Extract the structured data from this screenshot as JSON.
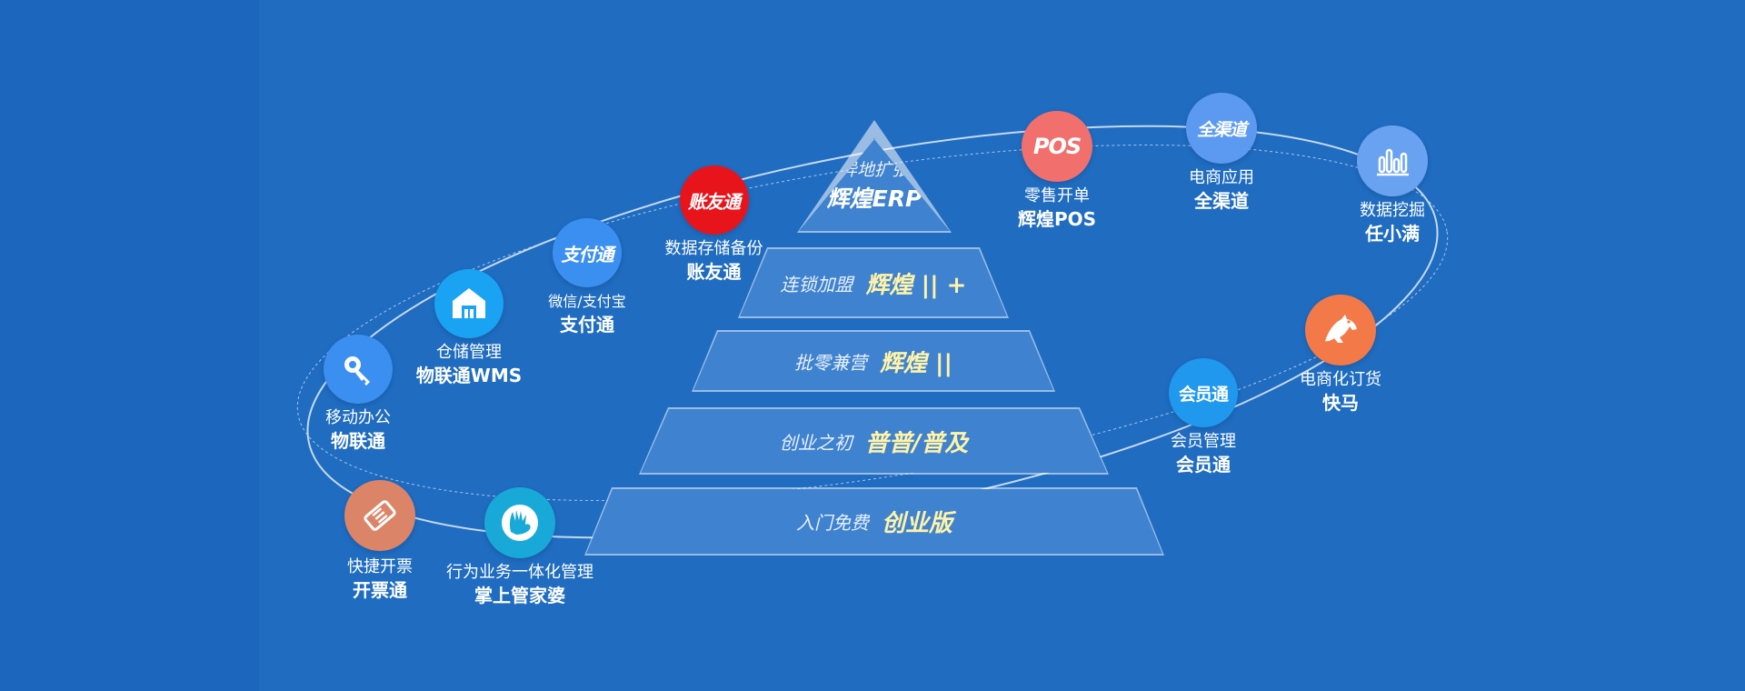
{
  "colors": {
    "background": "#1f6cc1",
    "tier_fill": "#3f82cf",
    "tier_highlight": "#fff3a8"
  },
  "pyramid": [
    {
      "sub": "异地扩张",
      "main": "辉煌ERP"
    },
    {
      "sub": "连锁加盟",
      "main": "辉煌 || +"
    },
    {
      "sub": "批零兼营",
      "main": "辉煌 ||"
    },
    {
      "sub": "创业之初",
      "main": "普普/普及"
    },
    {
      "sub": "入门免费",
      "main": "创业版"
    }
  ],
  "products": [
    {
      "sub": "数据存储备份",
      "main": "账友通",
      "logo": "账友通",
      "icon": "zhangyoutong-logo",
      "color": "#e8141c"
    },
    {
      "sub": "微信/支付宝",
      "main": "支付通",
      "logo": "支付通",
      "icon": "zhifutong-logo",
      "color": "#3b8ff0"
    },
    {
      "sub": "仓储管理",
      "main": "物联通WMS",
      "logo": "",
      "icon": "warehouse-icon",
      "color": "#1aa3f2"
    },
    {
      "sub": "移动办公",
      "main": "物联通",
      "logo": "",
      "icon": "key-icon",
      "color": "#3b8ff0"
    },
    {
      "sub": "快捷开票",
      "main": "开票通",
      "logo": "",
      "icon": "ticket-icon",
      "color": "#dc8468"
    },
    {
      "sub": "行为业务一体化管理",
      "main": "掌上管家婆",
      "logo": "",
      "icon": "hand-icon",
      "color": "#19a9d8"
    },
    {
      "sub": "零售开单",
      "main": "辉煌POS",
      "logo": "POS",
      "icon": "pos-logo",
      "color": "#f1706d"
    },
    {
      "sub": "电商应用",
      "main": "全渠道",
      "logo": "全渠道",
      "icon": "quanqudao-logo",
      "color": "#5c9af2"
    },
    {
      "sub": "数据挖掘",
      "main": "任小满",
      "logo": "",
      "icon": "bar-chart-icon",
      "color": "#6aa2f2"
    },
    {
      "sub": "电商化订货",
      "main": "快马",
      "logo": "",
      "icon": "horse-icon",
      "color": "#f37a48"
    },
    {
      "sub": "会员管理",
      "main": "会员通",
      "logo": "会员通",
      "icon": "huiyuantong-logo",
      "color": "#1f98ee"
    }
  ]
}
